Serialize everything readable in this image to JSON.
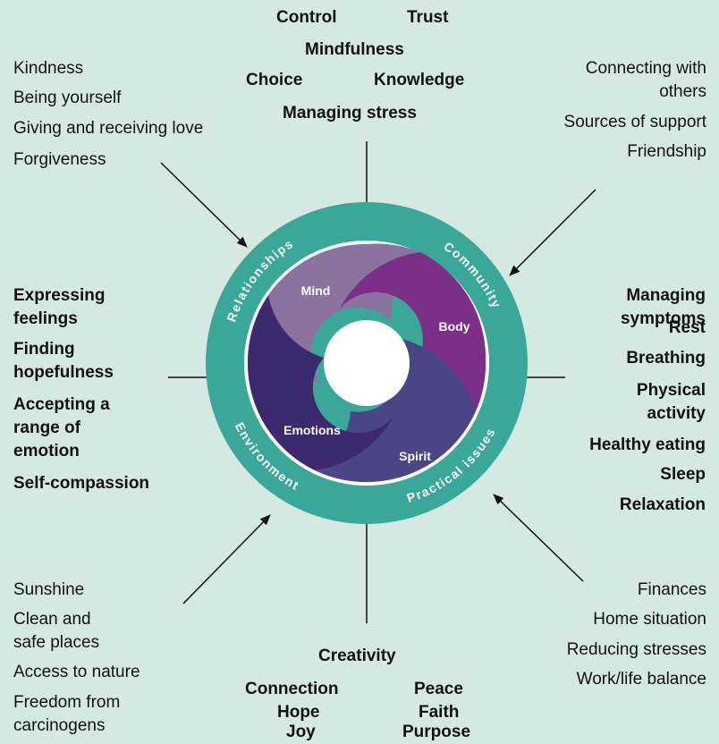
{
  "top": {
    "control": "Control",
    "trust": "Trust",
    "mindfulness": "Mindfulness",
    "choice": "Choice",
    "knowledge": "Knowledge",
    "managing_stress": "Managing stress"
  },
  "top_left": [
    "Kindness",
    "Being yourself",
    "Giving and receiving love",
    "Forgiveness"
  ],
  "top_right": [
    "Connecting with",
    "others",
    "Sources of support",
    "Friendship"
  ],
  "left": [
    "Expressing",
    "feelings",
    "Finding",
    "hopefulness",
    "Accepting a",
    "range of",
    "emotion",
    "Self-compassion"
  ],
  "right": [
    "Managing",
    "symptoms",
    "Rest",
    "Breathing",
    "Physical",
    "activity",
    "Healthy eating",
    "Sleep",
    "Relaxation"
  ],
  "bottom_left": [
    "Sunshine",
    "Clean and",
    "safe places",
    "Access to nature",
    "Freedom from",
    "carcinogens"
  ],
  "bottom_right": [
    "Finances",
    "Home situation",
    "Reducing stresses",
    "Work/life balance"
  ],
  "bottom": {
    "creativity": "Creativity",
    "connection": "Connection",
    "peace": "Peace",
    "hope": "Hope",
    "faith": "Faith",
    "joy": "Joy",
    "purpose": "Purpose"
  },
  "wheel": {
    "inner": [
      "Mind",
      "Body",
      "Emotions",
      "Spirit"
    ],
    "ring": [
      "Relationships",
      "Community",
      "Practical issues",
      "Environment"
    ]
  },
  "colors": {
    "background": "#d5e9e2",
    "ring": "#3aa898",
    "mind": "#8a739f",
    "body": "#7b2f86",
    "emotions": "#3d2a6e",
    "spirit": "#4a4585"
  }
}
